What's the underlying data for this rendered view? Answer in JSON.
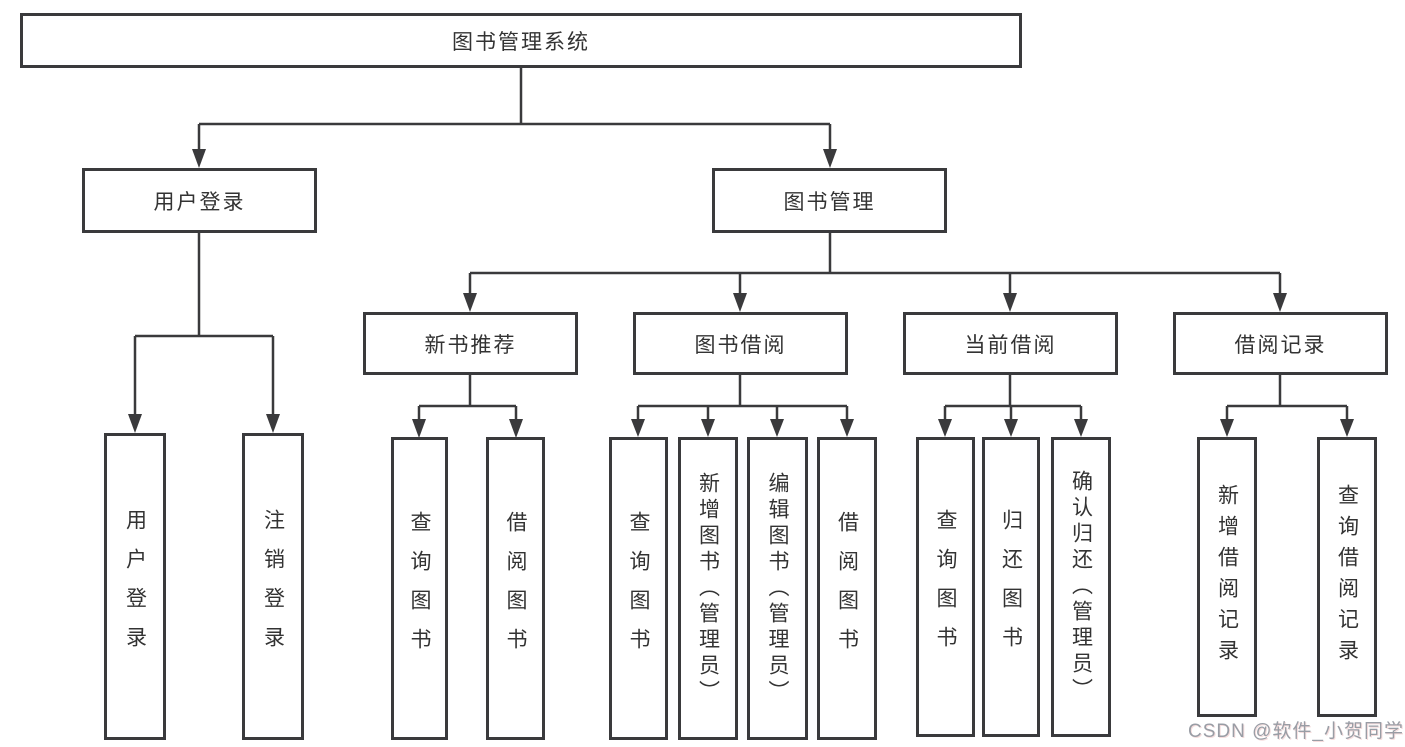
{
  "diagram": {
    "root": {
      "label": "图书管理系统"
    },
    "level2": [
      {
        "label": "用户登录",
        "children": [
          {
            "label": "用户登录"
          },
          {
            "label": "注销登录"
          }
        ]
      },
      {
        "label": "图书管理",
        "children": [
          {
            "label": "新书推荐",
            "children": [
              {
                "label": "查询图书"
              },
              {
                "label": "借阅图书"
              }
            ]
          },
          {
            "label": "图书借阅",
            "children": [
              {
                "label": "查询图书"
              },
              {
                "label": "新增图书（管理员）"
              },
              {
                "label": "编辑图书（管理员）"
              },
              {
                "label": "借阅图书"
              }
            ]
          },
          {
            "label": "当前借阅",
            "children": [
              {
                "label": "查询图书"
              },
              {
                "label": "归还图书"
              },
              {
                "label": "确认归还（管理员）"
              }
            ]
          },
          {
            "label": "借阅记录",
            "children": [
              {
                "label": "新增借阅记录"
              },
              {
                "label": "查询借阅记录"
              }
            ]
          }
        ]
      }
    ]
  },
  "watermark": {
    "text": "CSDN @软件_小贺同学"
  },
  "colors": {
    "line": "#3a3a3c",
    "box_border": "#3a3a3c",
    "text": "#333333",
    "background": "#ffffff",
    "watermark": "#999da5"
  }
}
